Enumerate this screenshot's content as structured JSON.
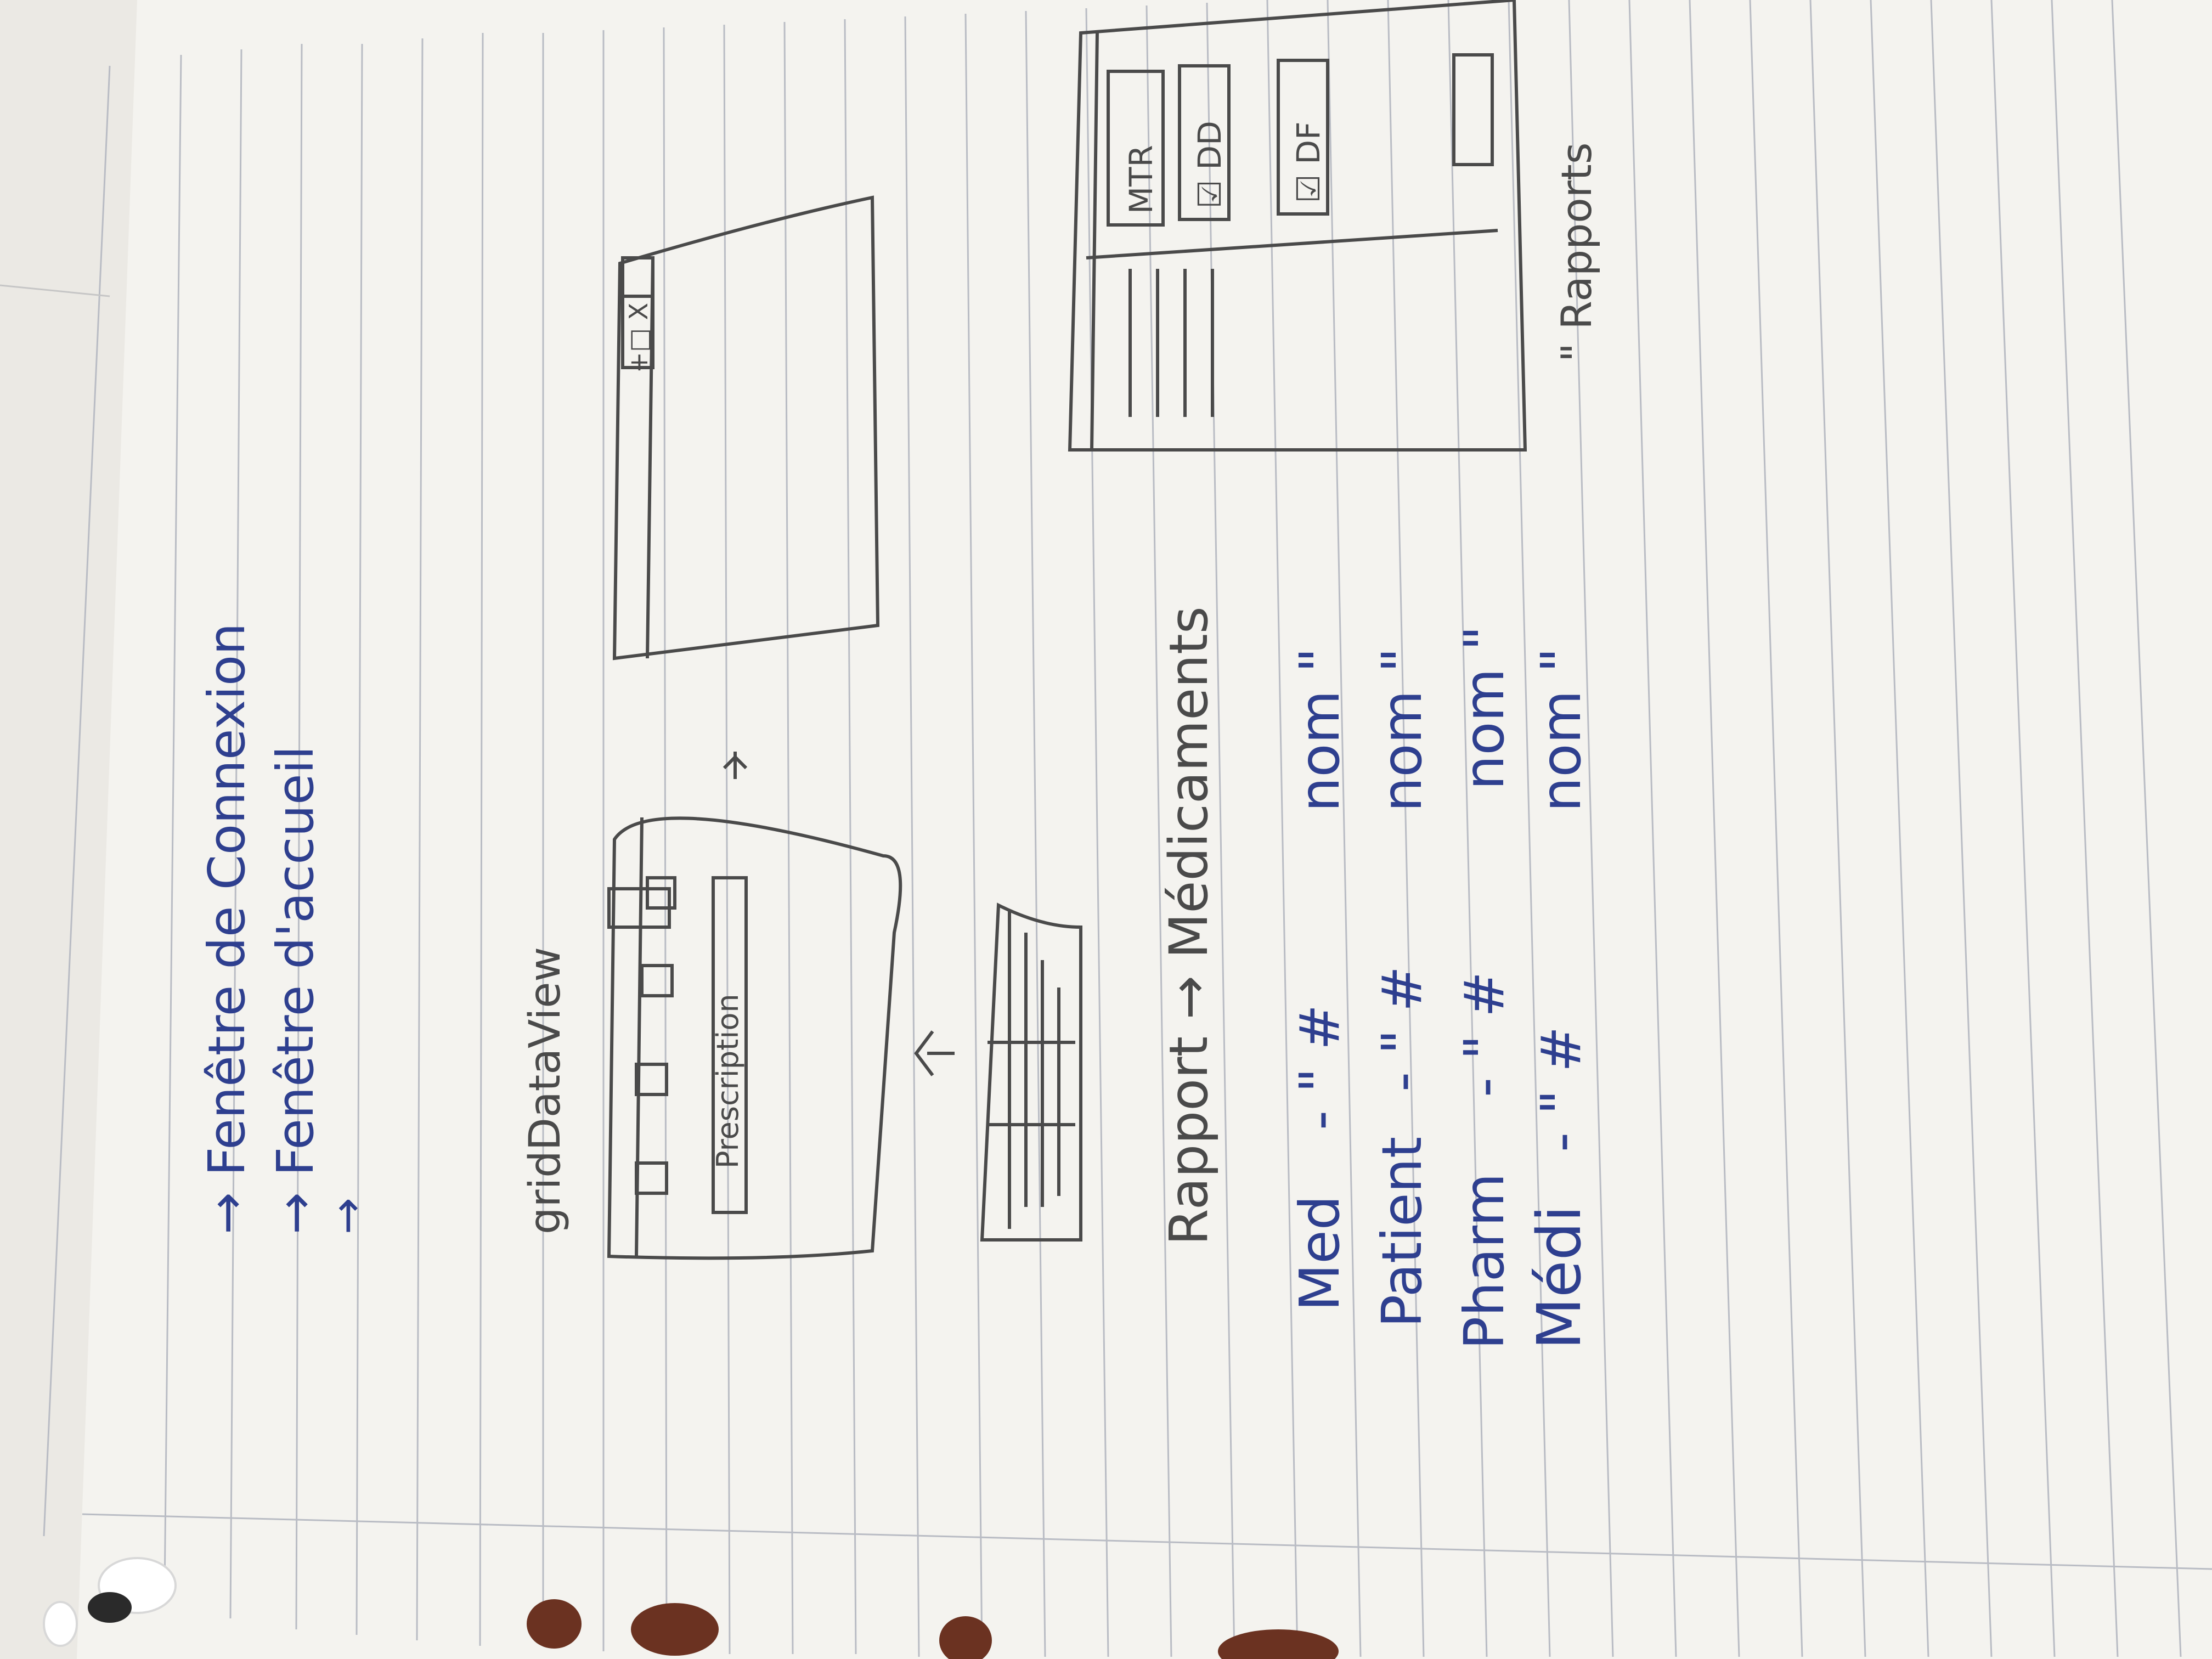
{
  "notes": {
    "line1": "→ Fenêtre de Connexion",
    "line2": "→ Fenêtre d'accueil",
    "line3": "→"
  },
  "sketch_labels": {
    "grid_label": "gridDataView",
    "prescription_button": "Prescription",
    "window_controls": "+□ X",
    "rapport_line": "Rapport → Médicaments",
    "rapports_caption": "\" Rapports",
    "tab_a": "MTR",
    "tab_b": "☑ DD",
    "tab_c": "☑ DF"
  },
  "list": [
    {
      "label": "Med",
      "sep": "- \" #",
      "field": "nom \""
    },
    {
      "label": "Patient",
      "sep": "- \" #",
      "field": "nom \""
    },
    {
      "label": "Pharm",
      "sep": "- \" #",
      "field": "nom \""
    },
    {
      "label": "Médi",
      "sep": "- \" #",
      "field": "nom \""
    }
  ],
  "colors": {
    "paper": "#f4f3ef",
    "rule_line": "#b9bcc4",
    "pencil": "#4a4a4a",
    "blue_ink": "#2e3f8f",
    "punch_hole": "#6b3221"
  }
}
